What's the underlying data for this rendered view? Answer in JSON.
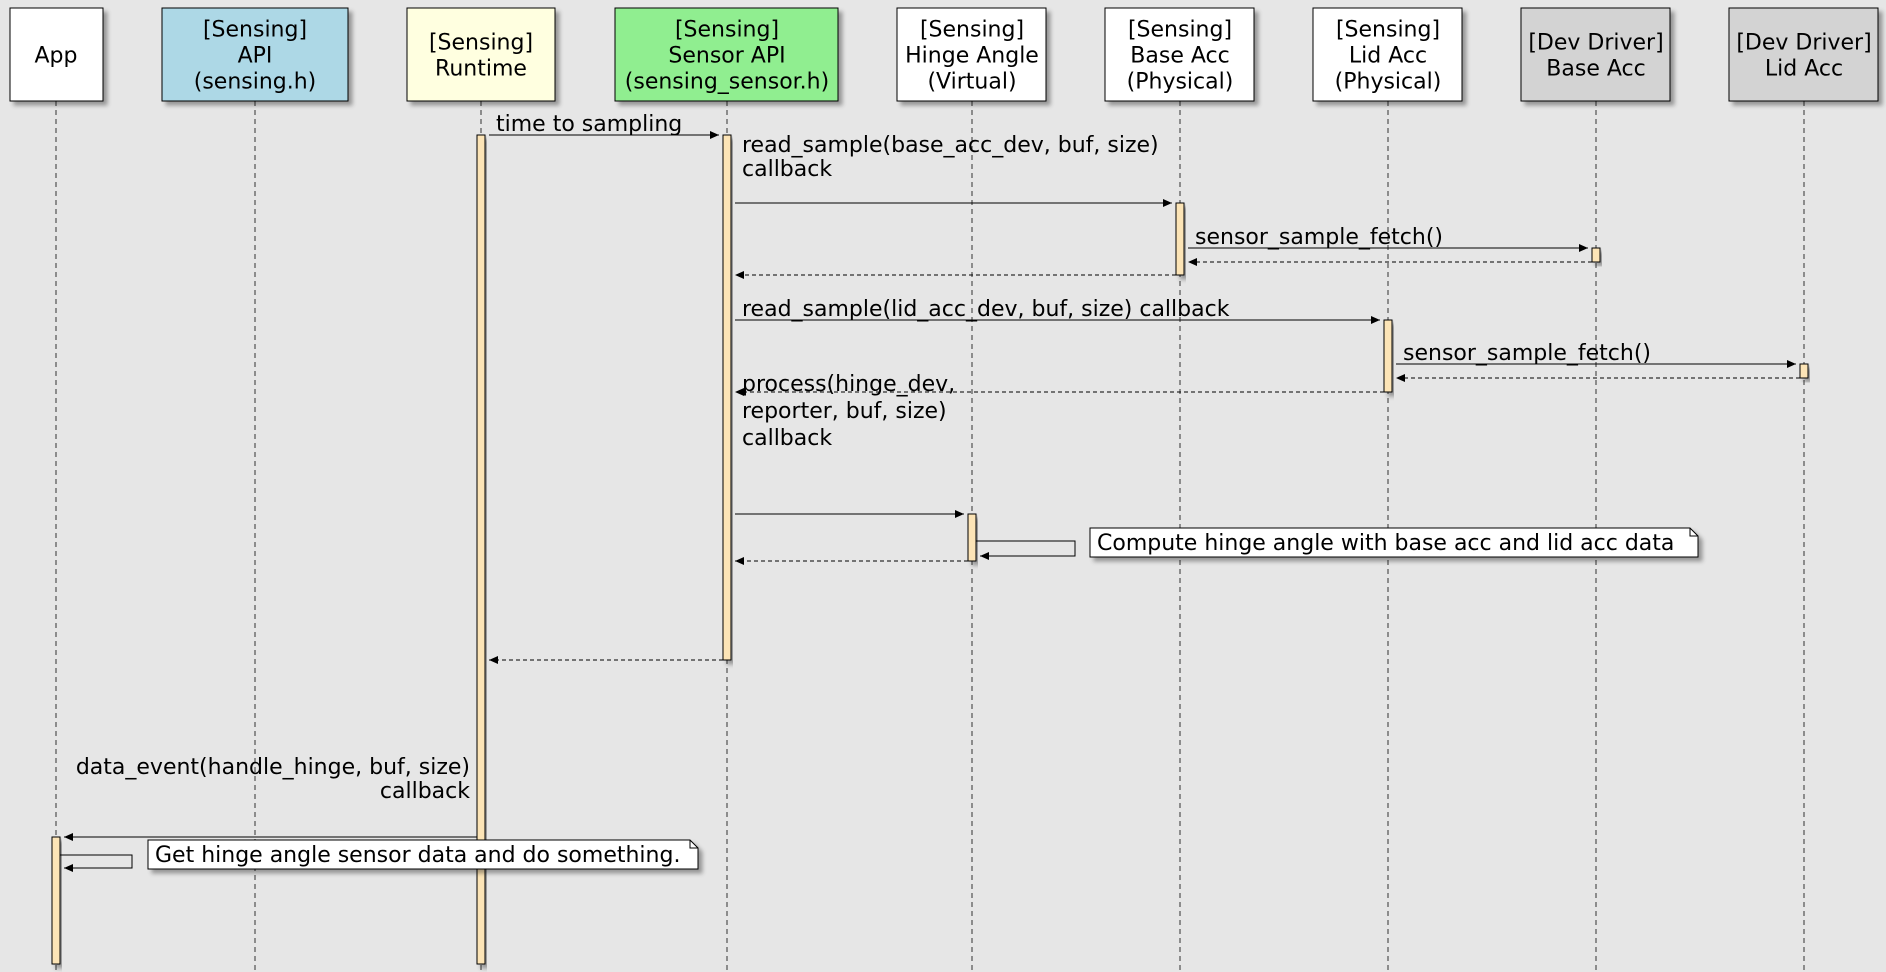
{
  "participants": [
    {
      "id": "app",
      "lines": [
        "App"
      ],
      "fill": "#ffffff"
    },
    {
      "id": "sensing-api",
      "lines": [
        "[Sensing]",
        "API",
        "(sensing.h)"
      ],
      "fill": "#add8e6"
    },
    {
      "id": "runtime",
      "lines": [
        "[Sensing]",
        "Runtime"
      ],
      "fill": "#ffffe0"
    },
    {
      "id": "sensor-api",
      "lines": [
        "[Sensing]",
        "Sensor API",
        "(sensing_sensor.h)"
      ],
      "fill": "#90ee90"
    },
    {
      "id": "hinge-angle",
      "lines": [
        "[Sensing]",
        "Hinge Angle",
        "(Virtual)"
      ],
      "fill": "#ffffff"
    },
    {
      "id": "base-acc",
      "lines": [
        "[Sensing]",
        "Base Acc",
        "(Physical)"
      ],
      "fill": "#ffffff"
    },
    {
      "id": "lid-acc",
      "lines": [
        "[Sensing]",
        "Lid Acc",
        "(Physical)"
      ],
      "fill": "#ffffff"
    },
    {
      "id": "dev-base-acc",
      "lines": [
        "[Dev Driver]",
        "Base Acc"
      ],
      "fill": "#d3d3d3"
    },
    {
      "id": "dev-lid-acc",
      "lines": [
        "[Dev Driver]",
        "Lid Acc"
      ],
      "fill": "#d3d3d3"
    }
  ],
  "messages": [
    {
      "id": "time-to-sampling",
      "lines": [
        "time to sampling"
      ]
    },
    {
      "id": "read-sample-base",
      "lines": [
        "read_sample(base_acc_dev, buf, size)",
        "callback"
      ]
    },
    {
      "id": "fetch-base",
      "lines": [
        "sensor_sample_fetch()"
      ]
    },
    {
      "id": "return-dev-base"
    },
    {
      "id": "return-base-acc"
    },
    {
      "id": "read-sample-lid",
      "lines": [
        "read_sample(lid_acc_dev, buf, size) callback"
      ]
    },
    {
      "id": "fetch-lid",
      "lines": [
        "sensor_sample_fetch()"
      ]
    },
    {
      "id": "return-dev-lid"
    },
    {
      "id": "return-lid-acc"
    },
    {
      "id": "process-hinge",
      "lines": [
        "process(hinge_dev,",
        "reporter, buf, size)",
        "callback"
      ]
    },
    {
      "id": "self-hinge"
    },
    {
      "id": "return-hinge"
    },
    {
      "id": "return-sensor-api"
    },
    {
      "id": "data-event",
      "lines": [
        "data_event(handle_hinge, buf, size)",
        "callback"
      ]
    },
    {
      "id": "self-app"
    }
  ],
  "notes": [
    {
      "id": "compute-hinge-note",
      "text": "Compute hinge angle with base acc and lid acc data"
    },
    {
      "id": "app-note",
      "text": "Get hinge angle sensor data and do something."
    }
  ],
  "colors": {
    "background": "#e6e6e6",
    "activation": "#fce4b6",
    "note": "#ffffff",
    "line": "#000000"
  }
}
